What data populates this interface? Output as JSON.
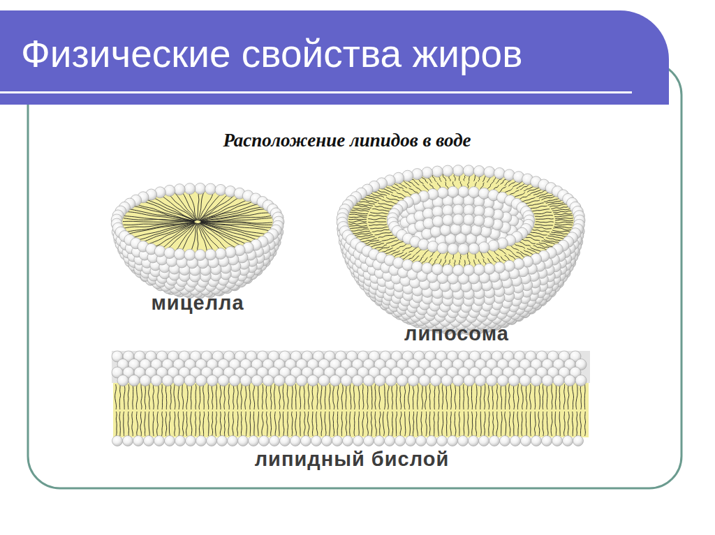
{
  "diagram": {
    "title": "Физические свойства жиров",
    "labels": [
      "Расположение липидов в воде",
      "мицелла",
      "липосома",
      "липидный бислой"
    ]
  }
}
